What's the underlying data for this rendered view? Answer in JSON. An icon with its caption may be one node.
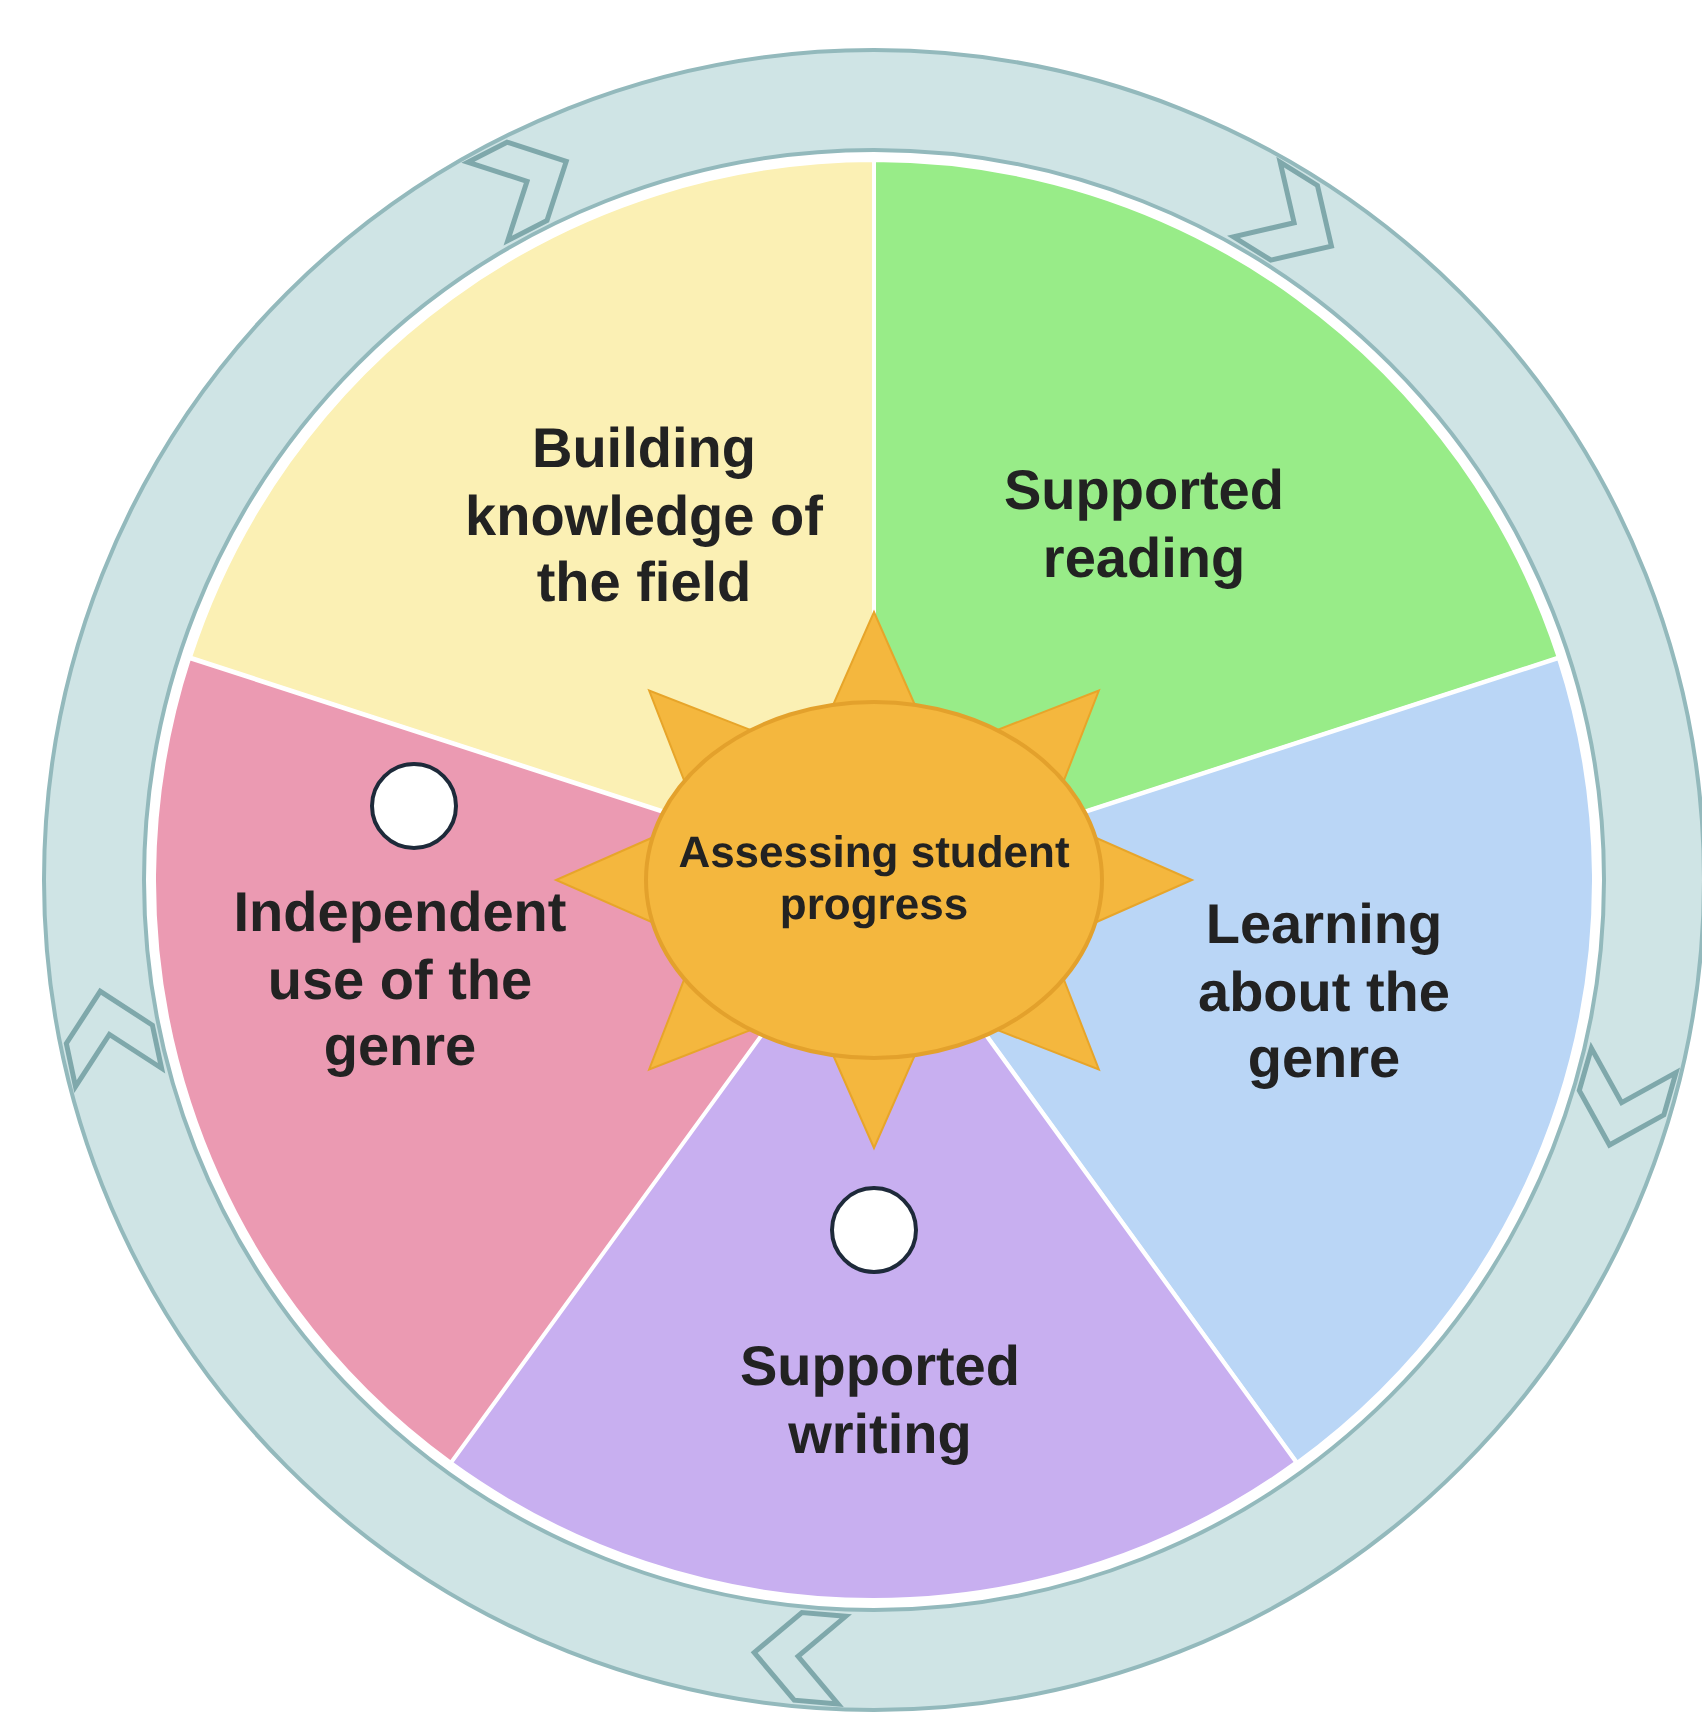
{
  "diagram": {
    "nodes": [
      {
        "text": [
          "Building knowledge of the field"
        ]
      },
      {
        "text": [
          "Supported reading"
        ]
      },
      {
        "text": [
          "Learning about the genre"
        ]
      },
      {
        "text": [
          "Supported writing"
        ]
      },
      {
        "text": [
          "Independent use of the genre"
        ]
      },
      {
        "text": [
          "Assessing student progress"
        ]
      },
      {
        "text": [],
        "shape": "circle",
        "in": 4
      },
      {
        "text": [],
        "shape": "circle",
        "in": 3
      }
    ],
    "edges": []
  }
}
